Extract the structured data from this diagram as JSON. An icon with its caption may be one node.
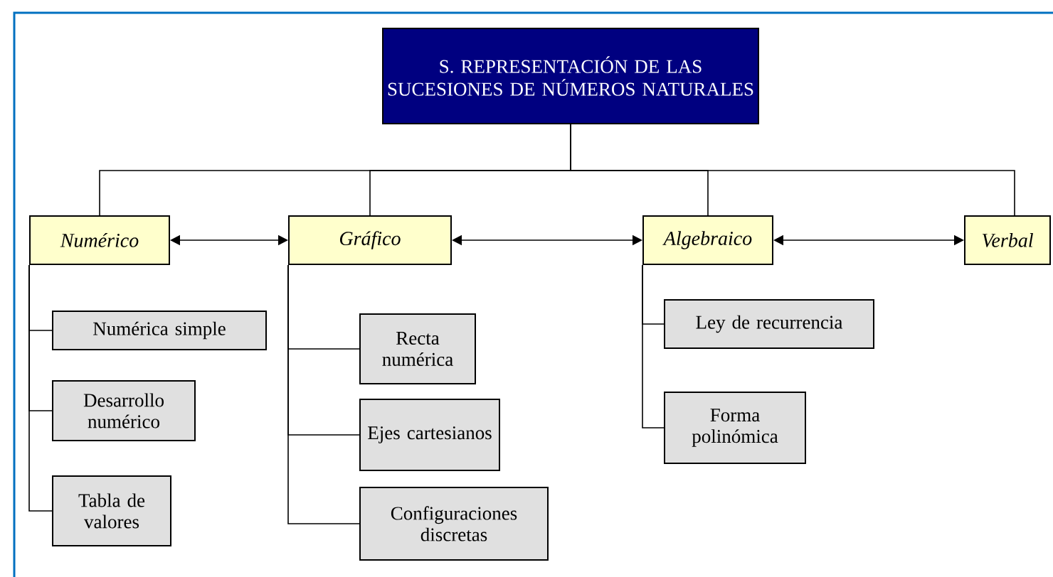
{
  "diagram": {
    "nodes": [
      {
        "text": [
          "S. REPRESENTACIÓN DE LAS SUCESIONES DE NÚMEROS NATURALES"
        ]
      },
      {
        "text": [
          "Numérico"
        ]
      },
      {
        "text": [
          "Gráfico"
        ]
      },
      {
        "text": [
          "Algebraico"
        ]
      },
      {
        "text": [
          "Verbal"
        ]
      },
      {
        "text": [
          "Numérica simple"
        ]
      },
      {
        "text": [
          "Desarrollo numérico"
        ]
      },
      {
        "text": [
          "Tabla de valores"
        ]
      },
      {
        "text": [
          "Recta numérica"
        ]
      },
      {
        "text": [
          "Ejes cartesianos"
        ]
      },
      {
        "text": [
          "Configuraciones discretas"
        ]
      },
      {
        "text": [
          "Ley de recurrencia"
        ]
      },
      {
        "text": [
          "Forma polinómica"
        ]
      }
    ],
    "edges": [
      {
        "from": 0,
        "to": 1,
        "arrow": "none"
      },
      {
        "from": 0,
        "to": 2,
        "arrow": "none"
      },
      {
        "from": 0,
        "to": 3,
        "arrow": "none"
      },
      {
        "from": 0,
        "to": 4,
        "arrow": "none"
      },
      {
        "from": 1,
        "to": 2,
        "arrow": "both"
      },
      {
        "from": 2,
        "to": 3,
        "arrow": "both"
      },
      {
        "from": 3,
        "to": 4,
        "arrow": "both"
      },
      {
        "from": 1,
        "to": 5,
        "arrow": "none"
      },
      {
        "from": 1,
        "to": 6,
        "arrow": "none"
      },
      {
        "from": 1,
        "to": 7,
        "arrow": "none"
      },
      {
        "from": 2,
        "to": 8,
        "arrow": "none"
      },
      {
        "from": 2,
        "to": 9,
        "arrow": "none"
      },
      {
        "from": 2,
        "to": 10,
        "arrow": "none"
      },
      {
        "from": 3,
        "to": 11,
        "arrow": "none"
      },
      {
        "from": 3,
        "to": 12,
        "arrow": "none"
      }
    ]
  }
}
